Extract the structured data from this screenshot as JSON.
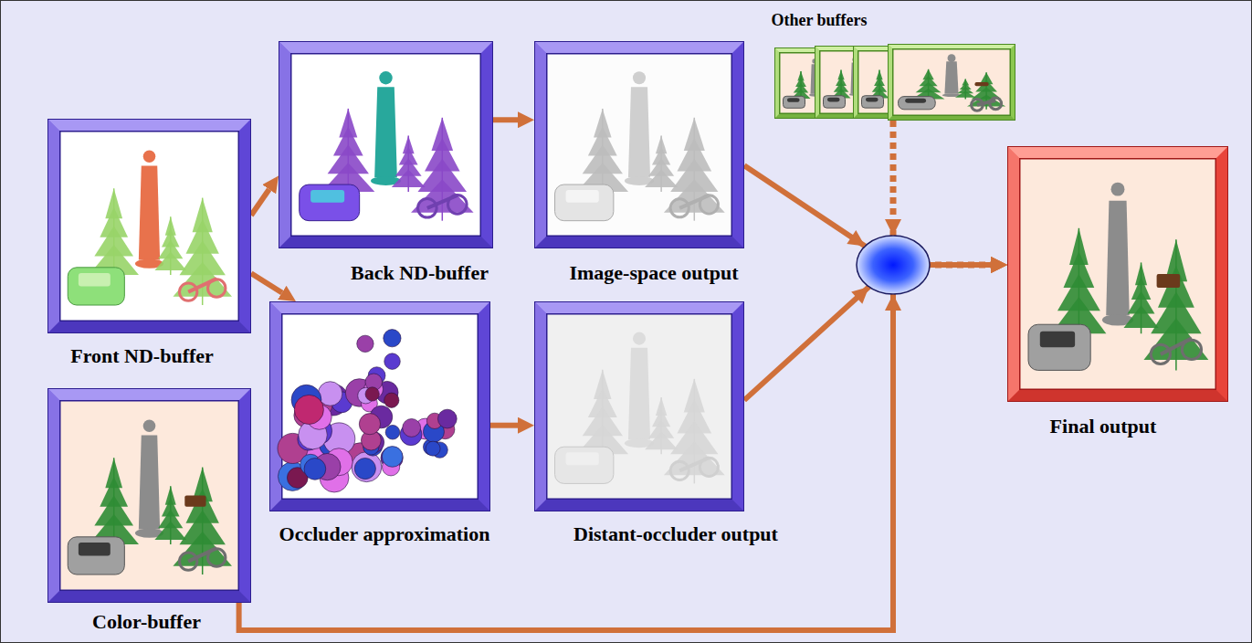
{
  "diagram": {
    "nodes": [
      {
        "text": [
          "Front ND-buffer"
        ]
      },
      {
        "text": [
          "Back ND-buffer"
        ]
      },
      {
        "text": [
          "Image-space output"
        ]
      },
      {
        "text": [
          "Other buffers"
        ]
      },
      {
        "text": [
          "Occluder approximation"
        ]
      },
      {
        "text": [
          "Distant-occluder output"
        ]
      },
      {
        "text": [
          "Color-buffer"
        ]
      },
      {
        "text": [
          "Final output"
        ]
      }
    ],
    "edges": [
      {
        "from": 0,
        "to": 1,
        "arrow": "to"
      },
      {
        "from": 1,
        "to": 2,
        "arrow": "to"
      },
      {
        "from": 0,
        "to": 4,
        "arrow": "to"
      },
      {
        "from": 4,
        "to": 5,
        "arrow": "to"
      },
      {
        "from": 2,
        "to": 7,
        "arrow": "to"
      },
      {
        "from": 5,
        "to": 7,
        "arrow": "to"
      },
      {
        "from": 3,
        "to": 7,
        "arrow": "to"
      },
      {
        "from": 6,
        "to": 7,
        "arrow": "to"
      }
    ]
  }
}
